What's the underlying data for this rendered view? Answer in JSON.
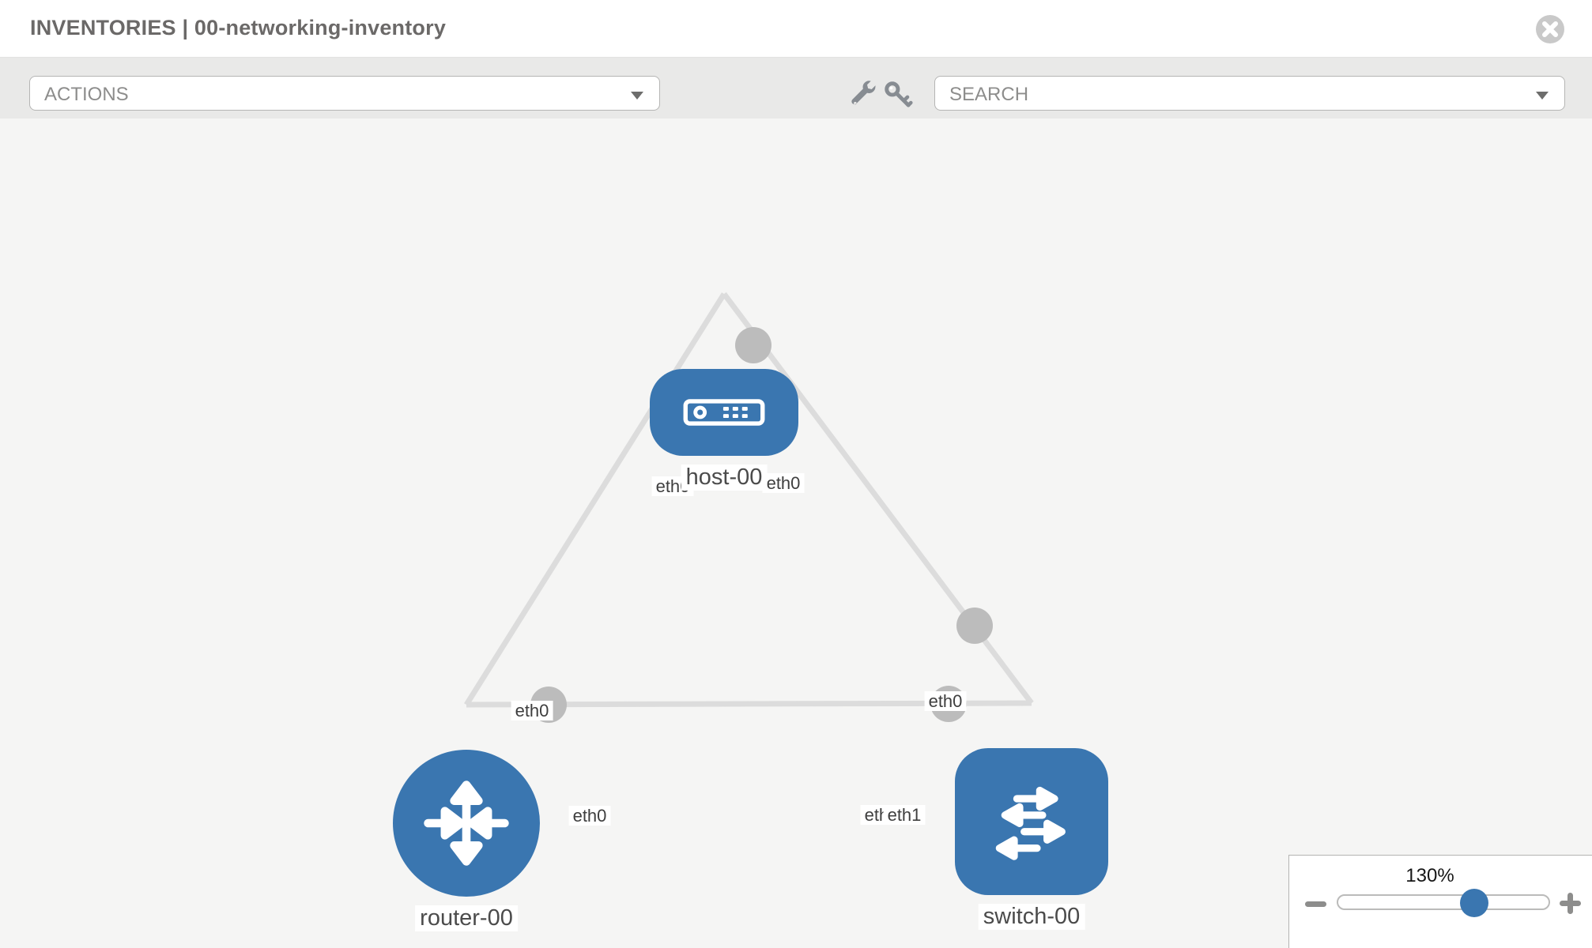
{
  "window": {
    "title": "INVENTORIES | 00-networking-inventory"
  },
  "toolbar": {
    "actions_label": "ACTIONS",
    "search_label": "SEARCH",
    "icons": [
      "wrench-icon",
      "key-icon"
    ]
  },
  "topology": {
    "nodes": [
      {
        "id": "host-00",
        "type": "host",
        "label": "host-00"
      },
      {
        "id": "router-00",
        "type": "router",
        "label": "router-00"
      },
      {
        "id": "switch-00",
        "type": "switch",
        "label": "switch-00"
      }
    ],
    "links": [
      {
        "source": "host-00",
        "target": "router-00",
        "source_interface": "eth0",
        "target_interface": "eth0"
      },
      {
        "source": "host-00",
        "target": "switch-00",
        "source_interface": "eth0",
        "target_interface": "eth0"
      },
      {
        "source": "router-00",
        "target": "switch-00",
        "source_interface": "eth0",
        "target_interface": "eth1"
      }
    ],
    "interface_labels": [
      {
        "text": "eth0"
      },
      {
        "text": "eth0"
      },
      {
        "text": "eth0"
      },
      {
        "text": "eth0"
      },
      {
        "text": "eth0"
      },
      {
        "text": "eth0"
      },
      {
        "text": "eth1"
      }
    ]
  },
  "zoom": {
    "level": "130%"
  },
  "colors": {
    "node_blue": "#3a76b0",
    "link_gray": "#dcdcdc",
    "dot_gray": "#bcbcbc",
    "icon_gray": "#878c92",
    "close_gray": "#c9c9c9"
  }
}
